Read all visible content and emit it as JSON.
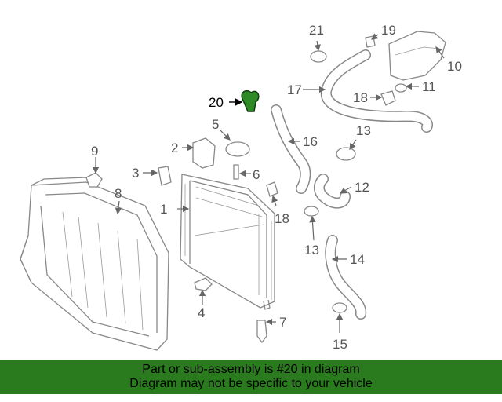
{
  "colors": {
    "highlight": "#1f7a1a",
    "banner_bg": "#2a7a1e",
    "part_stroke": "#888888"
  },
  "callouts": {
    "c1": "1",
    "c2": "2",
    "c3": "3",
    "c4": "4",
    "c5": "5",
    "c6": "6",
    "c7": "7",
    "c8": "8",
    "c9": "9",
    "c10": "10",
    "c11": "11",
    "c12": "12",
    "c13a": "13",
    "c13b": "13",
    "c14": "14",
    "c15": "15",
    "c16": "16",
    "c17": "17",
    "c18a": "18",
    "c18b": "18",
    "c19": "19",
    "c20": "20",
    "c21": "21"
  },
  "banner": {
    "line1": "Part or sub-assembly is #20 in diagram",
    "line2": "Diagram may not be specific to your vehicle"
  }
}
